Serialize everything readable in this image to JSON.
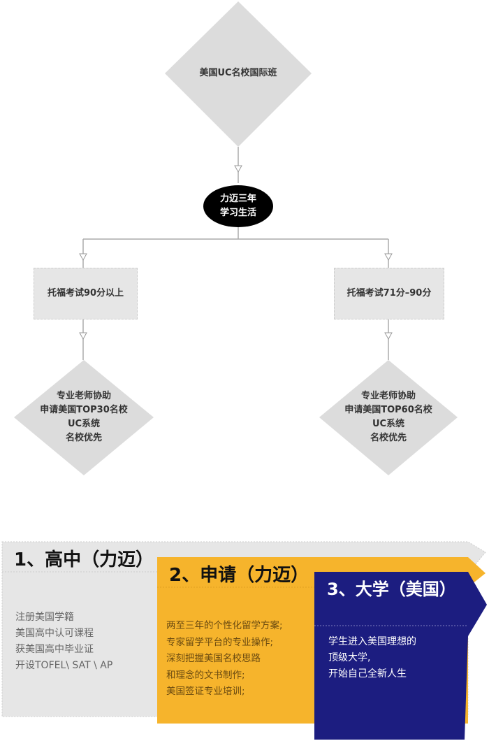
{
  "top_node": "美国UC名校国际班",
  "middle_node": [
    "力迈三年",
    "学习生活"
  ],
  "left_branch": {
    "condition": "托福考试90分以上",
    "result": [
      "专业老师协助",
      "申请美国TOP30名校",
      "UC系统",
      "名校优先"
    ]
  },
  "right_branch": {
    "condition": "托福考试71分–90分",
    "result": [
      "专业老师协助",
      "申请美国TOP60名校",
      "UC系统",
      "名校优先"
    ]
  },
  "stages": [
    {
      "title": "1、高中（力迈）",
      "items": [
        "注册美国学籍",
        "美国高中认可课程",
        "获美国高中毕业证",
        "开设TOFEL\\ SAT \\ AP"
      ]
    },
    {
      "title": "2、申请（力迈）",
      "items": [
        "两至三年的个性化留学方案;",
        "专家留学平台的专业操作;",
        "深刻把握美国名校思路",
        "和理念的文书制作;",
        "美国签证专业培训;"
      ]
    },
    {
      "title": "3、大学（美国）",
      "items": [
        "学生进入美国理想的",
        "顶级大学,",
        "开始自己全新人生"
      ]
    }
  ],
  "colors": {
    "gray": "#e6e6e6",
    "yellow": "#f6b42c",
    "navy": "#1c1d80"
  }
}
